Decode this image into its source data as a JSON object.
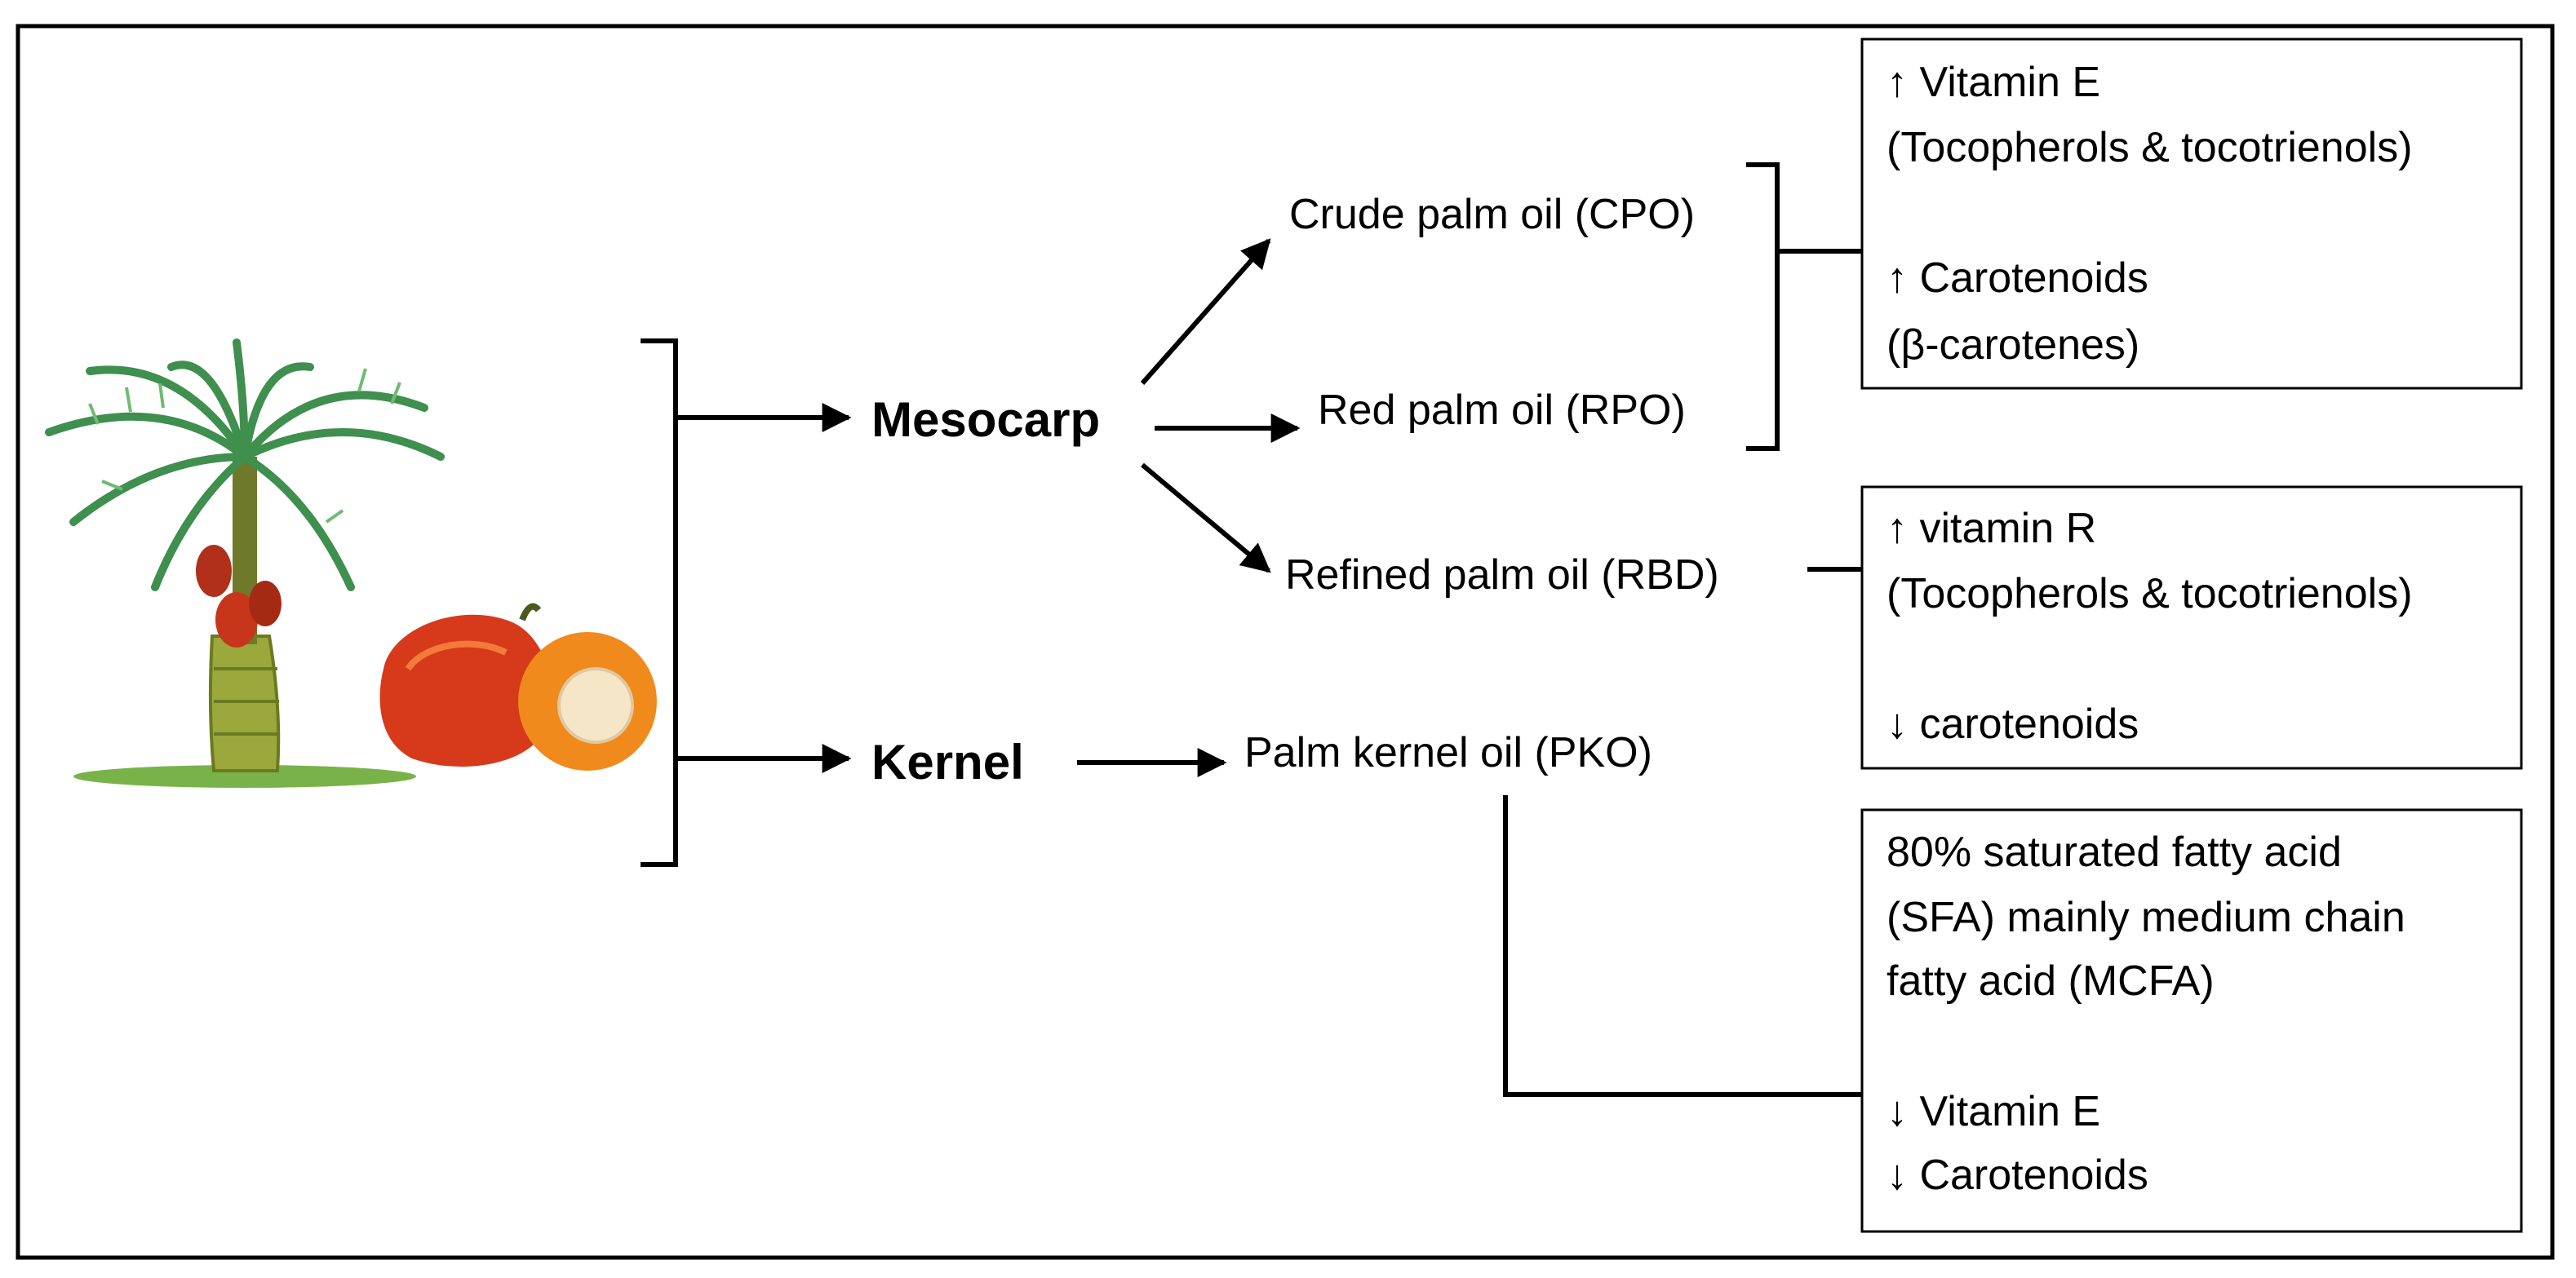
{
  "diagram": {
    "sources": {
      "mesocarp": "Mesocarp",
      "kernel": "Kernel"
    },
    "oils": {
      "cpo": "Crude palm oil (CPO)",
      "rpo": "Red palm oil (RPO)",
      "rbd": "Refined palm oil (RBD)",
      "pko": "Palm kernel oil (PKO)"
    },
    "boxes": {
      "box1": {
        "line1": "↑ Vitamin E",
        "line2": "(Tocopherols & tocotrienols)",
        "line3": "↑ Carotenoids",
        "line4": "(β-carotenes)"
      },
      "box2": {
        "line1": "↑ vitamin R",
        "line2": "(Tocopherols & tocotrienols)",
        "line3": "↓ carotenoids"
      },
      "box3": {
        "line1": " 80% saturated fatty acid",
        "line2": "(SFA) mainly medium chain",
        "line3": "fatty acid (MCFA)",
        "line4": "↓ Vitamin E",
        "line5": "↓ Carotenoids"
      }
    },
    "colors": {
      "stroke": "#000000",
      "leaf": "#3f8f4f",
      "trunk": "#8a9a3a",
      "fruit_red": "#c7361a",
      "fruit_orange": "#f08a1c",
      "kernel_cream": "#f5e6c8"
    },
    "icons": {
      "tree": "palm-tree-icon",
      "fruit": "palm-fruit-icon"
    }
  }
}
